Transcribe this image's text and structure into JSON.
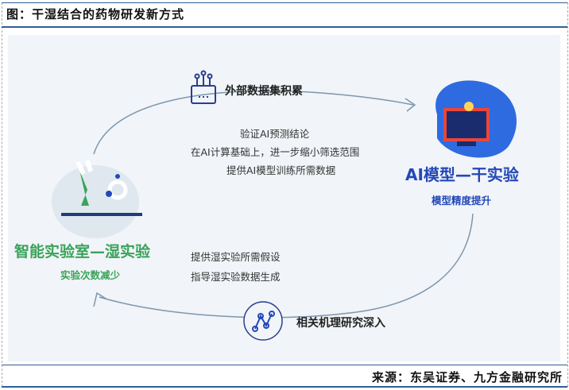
{
  "figure_title": "图：干湿结合的药物研发新方式",
  "source": "来源：东吴证券、九方金融研究所",
  "top_node": {
    "label": "外部数据集积累",
    "icon": "data-hub-icon"
  },
  "top_notes": [
    "验证AI预测结论",
    "在AI计算基础上，进一步缩小筛选范围",
    "提供AI模型训练所需数据"
  ],
  "right_node": {
    "title": "AI模型—干实验",
    "subtitle": "模型精度提升",
    "icon": "computer-icon"
  },
  "left_node": {
    "title": "智能实验室—湿实验",
    "subtitle": "实验次数减少",
    "icon": "lab-icon"
  },
  "bottom_notes": [
    "提供湿实验所需假设",
    "指导湿实验数据生成"
  ],
  "bottom_node": {
    "label": "相关机理研究深入",
    "icon": "network-graph-icon"
  },
  "colors": {
    "blue": "#2448b8",
    "green": "#3aa35a",
    "rule": "#2f5e96"
  }
}
